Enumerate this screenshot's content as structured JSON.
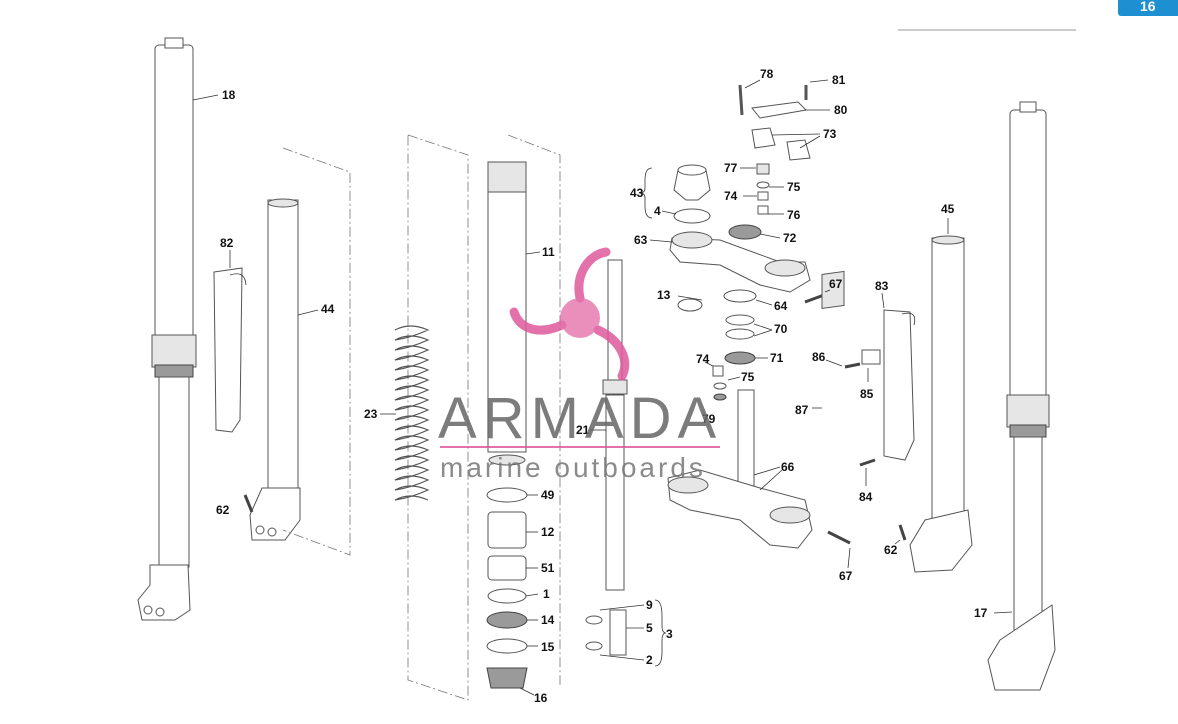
{
  "watermark": {
    "brand": "ARMADA",
    "tagline": "marine outboards",
    "accent_color": "#e05a9c",
    "text_color": "#666666"
  },
  "corner_tab": {
    "text": "16",
    "color": "#1e8fd0"
  },
  "callouts": [
    "18",
    "82",
    "44",
    "62",
    "23",
    "11",
    "49",
    "12",
    "51",
    "1",
    "14",
    "15",
    "16",
    "21",
    "9",
    "5",
    "3",
    "2",
    "13",
    "43",
    "4",
    "63",
    "77",
    "75",
    "74",
    "76",
    "72",
    "78",
    "81",
    "80",
    "73",
    "64",
    "70",
    "71",
    "67",
    "79",
    "66",
    "45",
    "83",
    "86",
    "85",
    "87",
    "84",
    "62",
    "17",
    "74",
    "75",
    "67"
  ]
}
